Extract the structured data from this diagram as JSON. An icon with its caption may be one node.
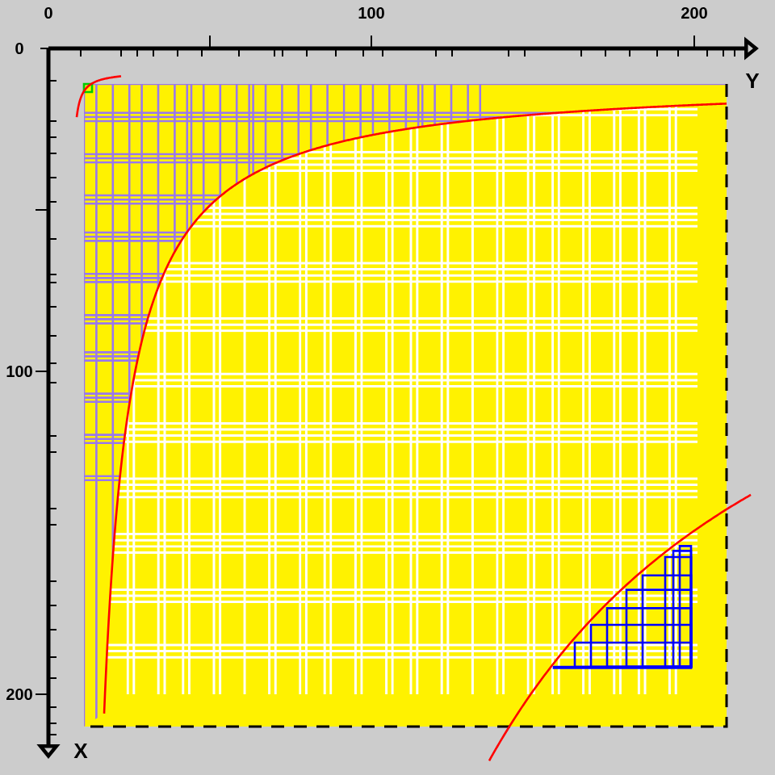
{
  "diagram": {
    "labels": [
      "0",
      "100",
      "200",
      "Y",
      "0",
      "100",
      "200",
      "X"
    ]
  }
}
